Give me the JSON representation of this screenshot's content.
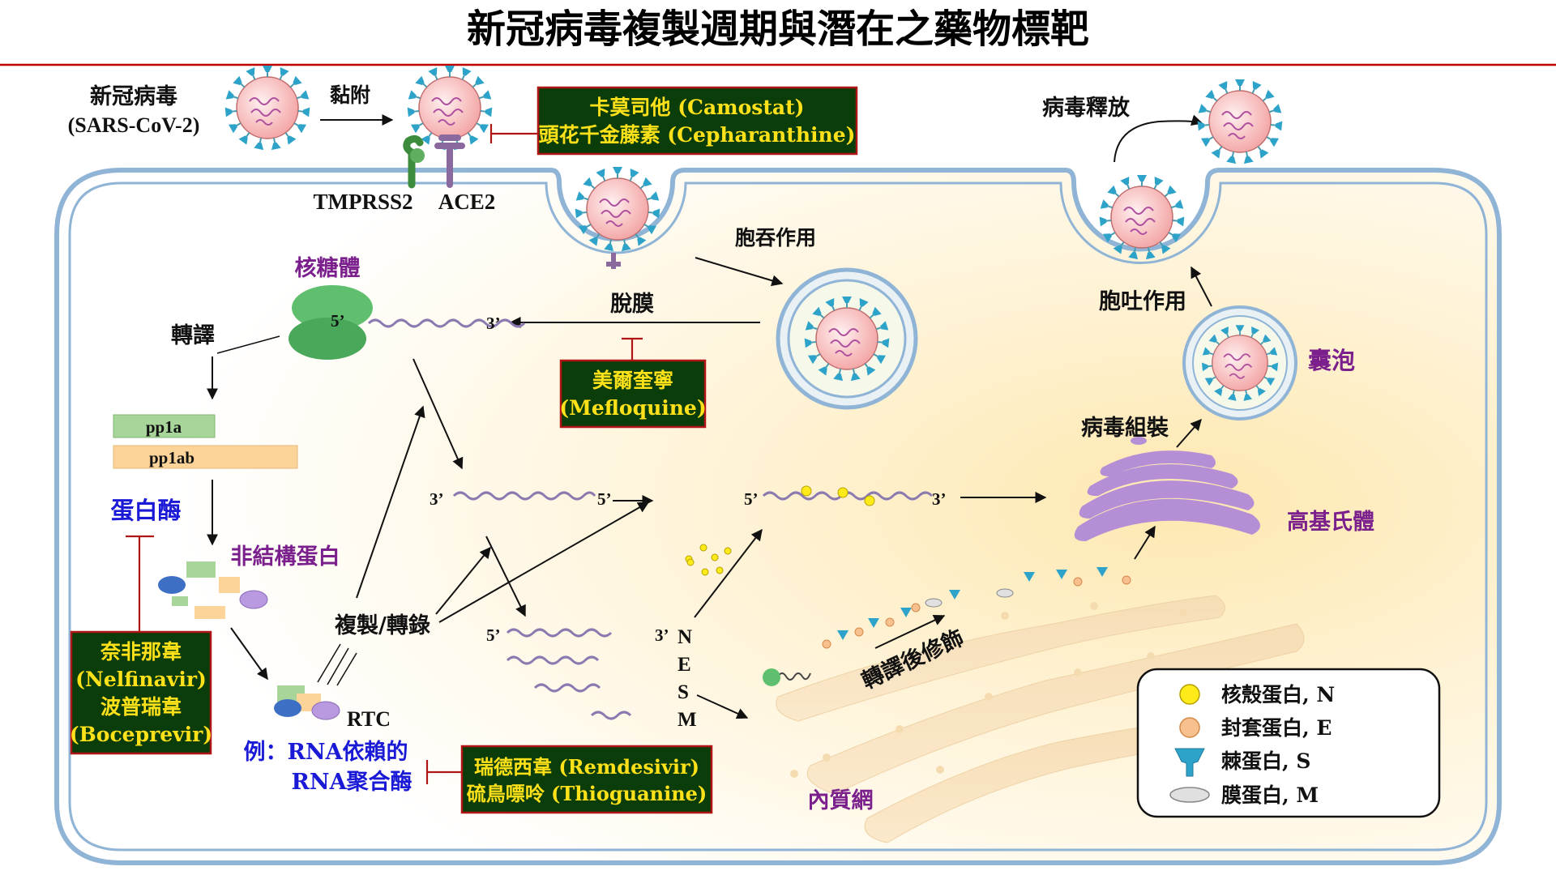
{
  "title": "新冠病毒複製週期與潛在之藥物標靶",
  "labels": {
    "virus_line1": "新冠病毒",
    "virus_line2": "(SARS-CoV-2)",
    "attach": "黏附",
    "tmprss2": "TMPRSS2",
    "ace2": "ACE2",
    "endocytosis": "胞吞作用",
    "uncoating": "脫膜",
    "ribosome": "核糖體",
    "translation": "轉譯",
    "pp1a": "pp1a",
    "pp1ab": "pp1ab",
    "protease": "蛋白酶",
    "nonstructural": "非結構蛋白",
    "replication": "複製/轉錄",
    "rtc": "RTC",
    "rdrp_line1": "例：RNA依賴的",
    "rdrp_line2": "RNA聚合酶",
    "five_prime": "5’",
    "three_prime": "3’",
    "genes": [
      "N",
      "E",
      "S",
      "M"
    ],
    "er": "內質網",
    "ptm": "轉譯後修飾",
    "golgi": "高基氏體",
    "assembly": "病毒組裝",
    "vesicle": "囊泡",
    "exocytosis": "胞吐作用",
    "release": "病毒釋放"
  },
  "drugs": {
    "entry": [
      "卡莫司他 (Camostat)",
      "頭花千金藤素 (Cepharanthine)"
    ],
    "uncoating": [
      "美爾奎寧",
      "(Mefloquine)"
    ],
    "protease": [
      "奈非那韋",
      "(Nelfinavir)",
      "波普瑞韋",
      "(Boceprevir)"
    ],
    "rdrp": [
      "瑞德西韋 (Remdesivir)",
      "硫鳥嘌呤 (Thioguanine)"
    ]
  },
  "legend": [
    {
      "label": "核殼蛋白, N",
      "icon": "yellow-circle"
    },
    {
      "label": "封套蛋白, E",
      "icon": "orange-circle"
    },
    {
      "label": "棘蛋白, S",
      "icon": "spike"
    },
    {
      "label": "膜蛋白, M",
      "icon": "grey-ellipse"
    }
  ],
  "colors": {
    "title_rule": "#c00000",
    "drug_box_bg": "#0b3d0b",
    "drug_box_border": "#b01515",
    "drug_text": "#ffe11a",
    "purple_label": "#7a1f8c",
    "blue_label": "#1a1ad6",
    "cell_membrane": "#8fb4d6"
  }
}
